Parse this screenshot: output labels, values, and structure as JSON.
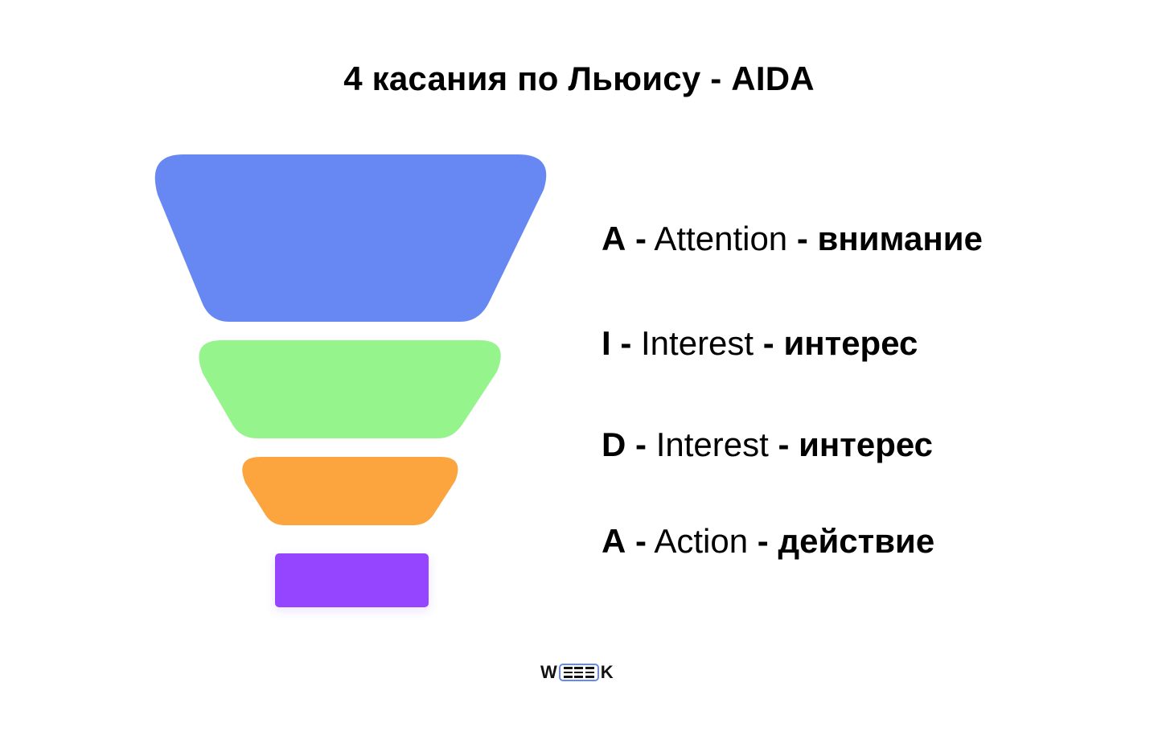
{
  "title": "4 касания по Льюису - AIDA",
  "funnel": {
    "stages": [
      {
        "color": "#6788f2"
      },
      {
        "color": "#96f48d"
      },
      {
        "color": "#fca43e"
      },
      {
        "color": "#9544ff"
      }
    ]
  },
  "stages": [
    {
      "letter": "A",
      "sep1": "-",
      "en": "Attention",
      "sep2": "-",
      "ru": "внимание"
    },
    {
      "letter": "I",
      "sep1": "-",
      "en": "Interest",
      "sep2": "-",
      "ru": "интерес"
    },
    {
      "letter": "D",
      "sep1": "-",
      "en": "Interest",
      "sep2": "-",
      "ru": "интерес"
    },
    {
      "letter": "A",
      "sep1": "-",
      "en": "Action",
      "sep2": "-",
      "ru": "действие"
    }
  ],
  "logo": {
    "left": "W",
    "right": "K",
    "accent_color": "#6788f2"
  }
}
